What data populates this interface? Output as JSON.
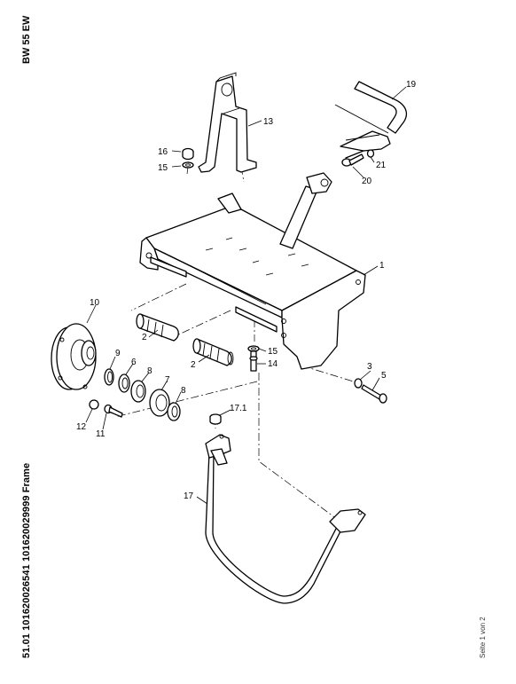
{
  "header": {
    "model": "BW 55 EW",
    "document_title": "51.01 101620026541 101620029999 Frame"
  },
  "footer": {
    "page_indicator": "Seite 1 von 2"
  },
  "callouts": {
    "c1": "1",
    "c2a": "2",
    "c2b": "2",
    "c3": "3",
    "c5": "5",
    "c6": "6",
    "c7": "7",
    "c8a": "8",
    "c8b": "8",
    "c9": "9",
    "c10": "10",
    "c11": "11",
    "c12": "12",
    "c13": "13",
    "c14": "14",
    "c15a": "15",
    "c15b": "15",
    "c16": "16",
    "c17": "17",
    "c17_1": "17.1",
    "c19": "19",
    "c20": "20",
    "c21": "21"
  }
}
